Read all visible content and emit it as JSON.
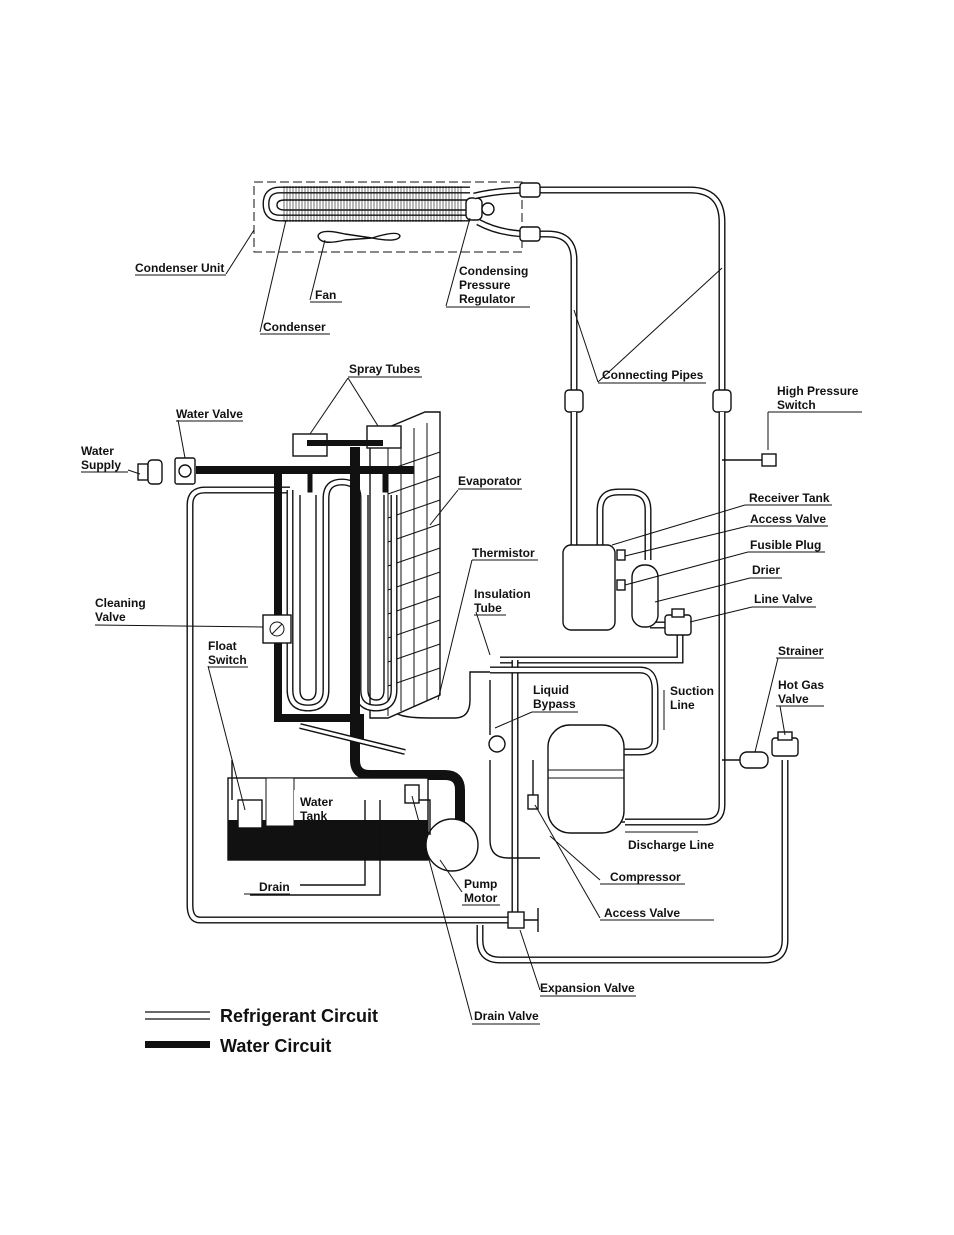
{
  "labels": {
    "condenser_unit": "Condenser Unit",
    "fan": "Fan",
    "condenser": "Condenser",
    "condensing_pressure_regulator": [
      "Condensing",
      "Pressure",
      "Regulator"
    ],
    "connecting_pipes": "Connecting Pipes",
    "high_pressure_switch": [
      "High Pressure",
      "Switch"
    ],
    "spray_tubes": "Spray Tubes",
    "water_valve": "Water Valve",
    "water_supply": [
      "Water",
      "Supply"
    ],
    "evaporator": "Evaporator",
    "receiver_tank": "Receiver Tank",
    "access_valve_top": "Access Valve",
    "fusible_plug": "Fusible Plug",
    "thermistor": "Thermistor",
    "drier": "Drier",
    "line_valve": "Line Valve",
    "insulation_tube": [
      "Insulation",
      "Tube"
    ],
    "cleaning_valve": [
      "Cleaning",
      "Valve"
    ],
    "float_switch": [
      "Float",
      "Switch"
    ],
    "strainer": "Strainer",
    "liquid_bypass": [
      "Liquid",
      "Bypass"
    ],
    "suction_line": [
      "Suction",
      "Line"
    ],
    "hot_gas_valve": [
      "Hot Gas",
      "Valve"
    ],
    "water_tank": [
      "Water",
      "Tank"
    ],
    "discharge_line": "Discharge Line",
    "drain": "Drain",
    "compressor": "Compressor",
    "pump_motor": [
      "Pump",
      "Motor"
    ],
    "access_valve_bottom": "Access Valve",
    "expansion_valve": "Expansion Valve",
    "drain_valve": "Drain Valve"
  },
  "legend": {
    "refrigerant": "Refrigerant Circuit",
    "water": "Water Circuit"
  }
}
